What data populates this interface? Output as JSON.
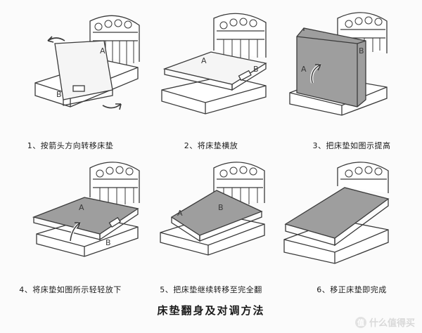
{
  "title": "床垫翻身及对调方法",
  "steps": [
    {
      "caption": "1、按箭头方向转移床垫",
      "labels": [
        "A",
        "B"
      ]
    },
    {
      "caption": "2、将床垫横放",
      "labels": [
        "A",
        "B"
      ]
    },
    {
      "caption": "3、把床垫如图示提高",
      "labels": [
        "A",
        "B"
      ]
    },
    {
      "caption": "4、将床垫如图所示轻轻放下",
      "labels": [
        "A",
        "B"
      ]
    },
    {
      "caption": "5、把床垫继续转移至完全翻",
      "labels": [
        "A",
        "B"
      ]
    },
    {
      "caption": "6、移正床垫即完成",
      "labels": []
    }
  ],
  "watermark": {
    "badge": "值",
    "text": "什么值得买"
  },
  "colors": {
    "line": "#3a3a3a",
    "mattress_gray": "#9e9e9e",
    "mattress_white": "#f5f5f5"
  }
}
